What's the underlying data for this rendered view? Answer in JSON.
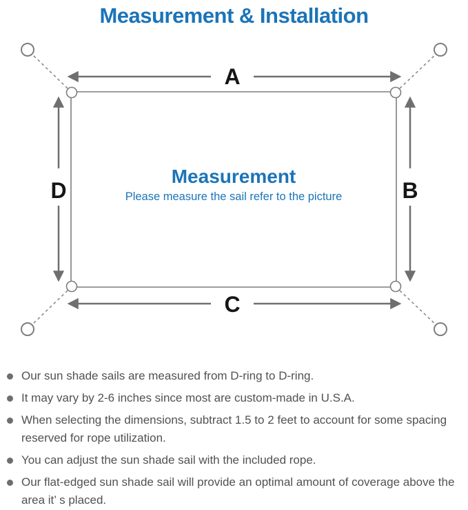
{
  "title": "Measurement & Installation",
  "colors": {
    "accent_blue": "#1b74b8",
    "line_gray": "#7d7d7d",
    "arrow_gray": "#6f6f6f",
    "note_text_gray": "#515151",
    "label_black": "#161616"
  },
  "diagram": {
    "center_title": "Measurement",
    "center_subtitle": "Please measure the sail refer to the picture",
    "labels": {
      "top": "A",
      "right": "B",
      "bottom": "C",
      "left": "D"
    }
  },
  "notes": [
    "Our sun shade sails are measured from D-ring to D-ring.",
    "It may vary by 2-6 inches since most are custom-made in U.S.A.",
    "When selecting the dimensions, subtract 1.5 to 2 feet to account for some spacing reserved for rope utilization.",
    "You can adjust the sun shade sail with the included rope.",
    "Our flat-edged sun shade sail will provide an optimal amount of coverage above the area it’ s placed."
  ]
}
